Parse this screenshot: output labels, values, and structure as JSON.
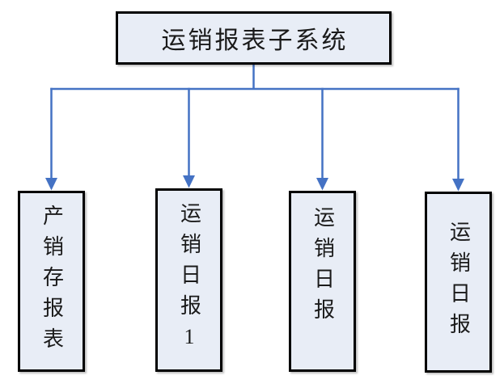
{
  "diagram": {
    "root": {
      "label": "运销报表子系统"
    },
    "children": [
      {
        "label": "产销存报表"
      },
      {
        "label": "运销日报1"
      },
      {
        "label": "运销日报"
      },
      {
        "label": "运销日报"
      }
    ],
    "colors": {
      "connector_blue": "#4472C4",
      "node_fill": "#E8EDF6",
      "node_border": "#000000",
      "text_color": "#1A1A1A",
      "background": "#FFFFFF"
    }
  }
}
